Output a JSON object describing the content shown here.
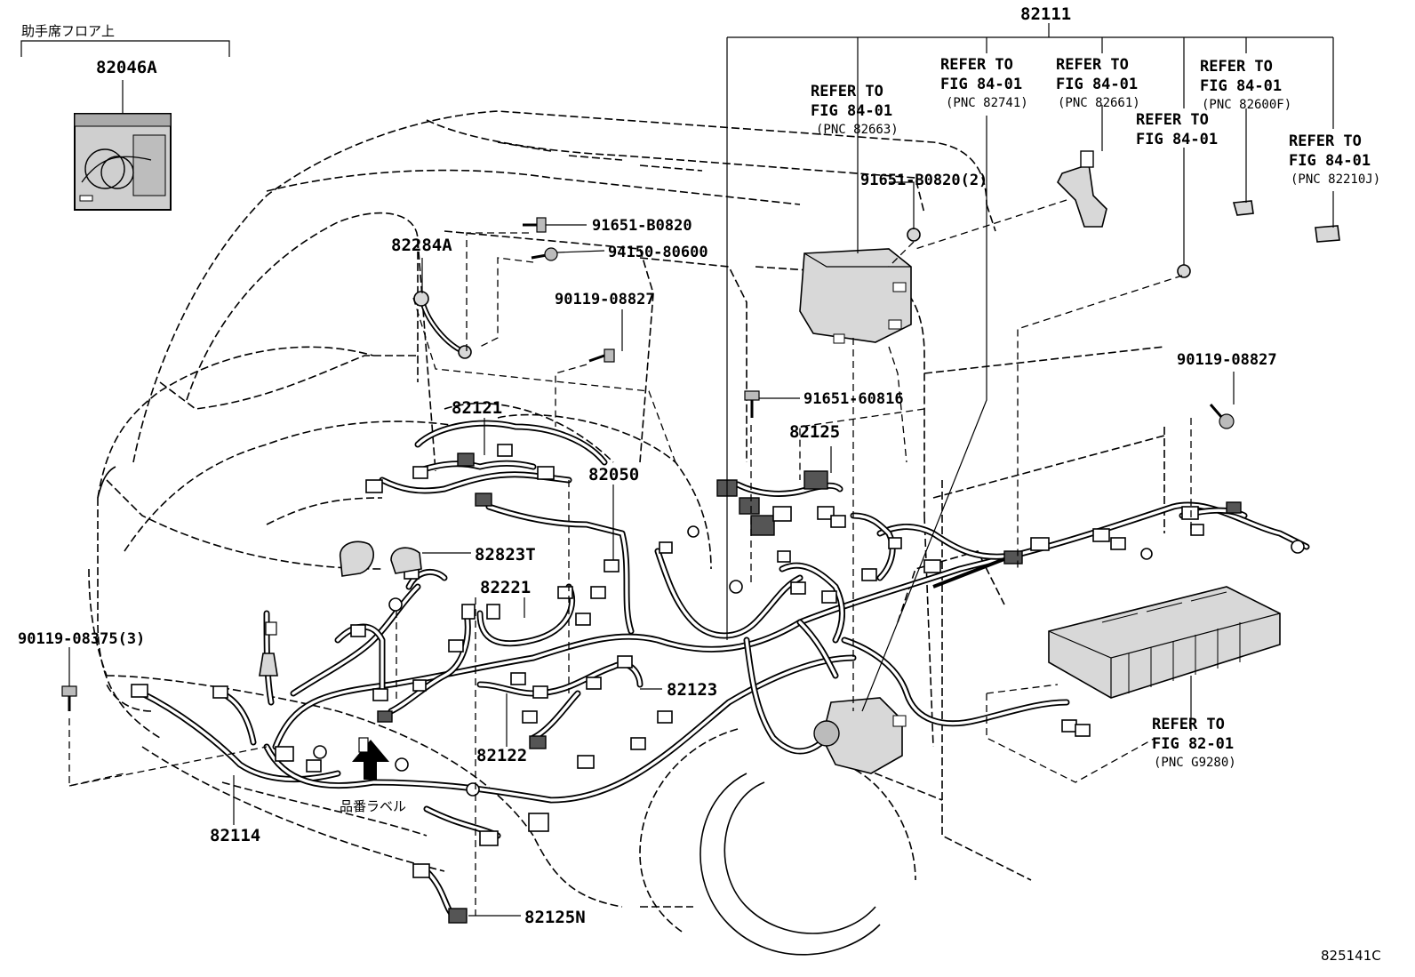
{
  "diagram": {
    "figure_code": "825141C",
    "japanese": {
      "passenger_floor": "助手席フロア上",
      "part_number_label": "品番ラベル"
    },
    "parts": {
      "p82046A": "82046A",
      "p82111": "82111",
      "p82284A": "82284A",
      "p82121": "82121",
      "p82050": "82050",
      "p82125": "82125",
      "p82823T": "82823T",
      "p82221": "82221",
      "p82123": "82123",
      "p82122": "82122",
      "p82114": "82114",
      "p82125N": "82125N"
    },
    "fasteners": {
      "f91651_B0820": "91651-B0820",
      "f94150_80600": "94150-80600",
      "f90119_08827_a": "90119-08827",
      "f91651_B0820_2": "91651-B0820(2)",
      "f91651_60816": "91651-60816",
      "f90119_08827_b": "90119-08827",
      "f90119_08375_3": "90119-08375(3)"
    },
    "references": {
      "refer_to": "REFER TO",
      "fig_84_01": "FIG 84-01",
      "fig_82_01": "FIG 82-01",
      "pnc_82663": "(PNC 82663)",
      "pnc_82741": "(PNC 82741)",
      "pnc_82661": "(PNC 82661)",
      "pnc_82600F": "(PNC 82600F)",
      "pnc_82210J": "(PNC 82210J)",
      "pnc_G9280": "(PNC G9280)"
    }
  }
}
